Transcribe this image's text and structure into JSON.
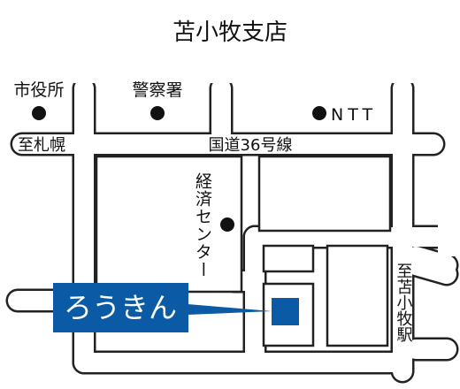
{
  "title": "苫小牧支店",
  "colors": {
    "brand_blue": "#0a5aa6",
    "road_outline": "#222222",
    "background": "#ffffff"
  },
  "landmarks": {
    "city_hall": "市役所",
    "police_station": "警察署",
    "ntt": "NTT",
    "keizai_center": "経済センター"
  },
  "roads": {
    "route36": "国道36号線",
    "to_sapporo": "至札幌",
    "to_tomakomai_station": "至苫小牧駅"
  },
  "callout": {
    "label": "ろうきん"
  }
}
